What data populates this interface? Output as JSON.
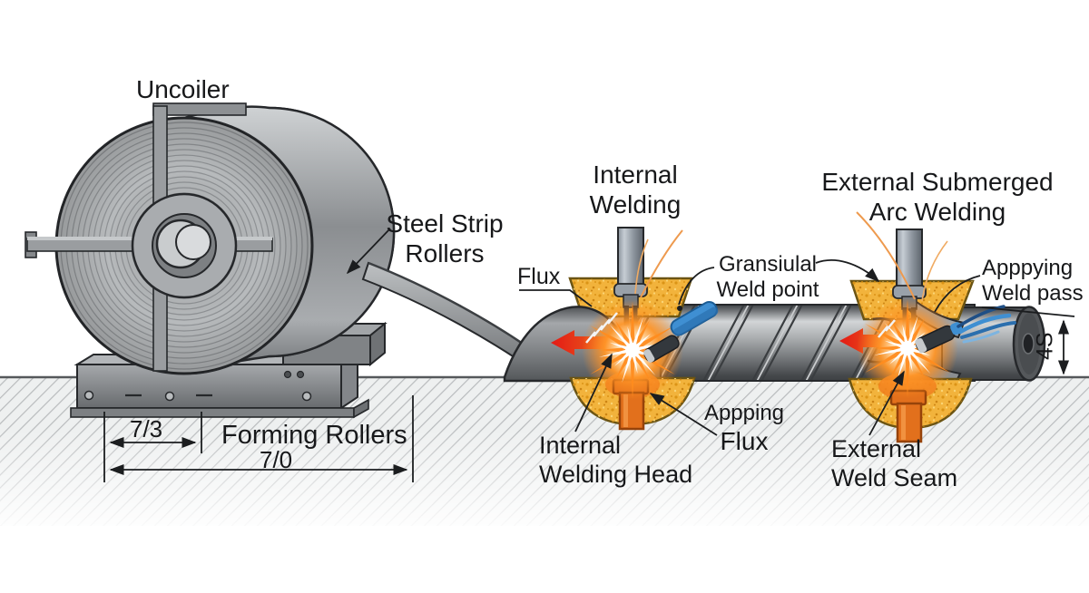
{
  "diagram": {
    "labels": {
      "uncoiler": "Uncoiler",
      "steel_strip_rollers": {
        "line1": "Steel Strip",
        "line2": "Rollers"
      },
      "internal_welding": {
        "line1": "Internal",
        "line2": "Welding"
      },
      "external_submerged_arc_welding": {
        "line1": "External Submerged",
        "line2": "Arc Welding"
      },
      "flux": "Flux",
      "granular_weld_point": {
        "line1": "Gransiulal",
        "line2": "Weld point"
      },
      "applying_weld_pass": {
        "line1": "Apppying",
        "line2": "Weld pass"
      },
      "applying_flux": {
        "line1": "Appping",
        "line2": "Flux"
      },
      "internal_welding_head": {
        "line1": "Internal",
        "line2": "Welding Head"
      },
      "external_weld_seam": {
        "line1": "External",
        "line2": "Weld Seam"
      },
      "forming_rollers": "Forming Rollers"
    },
    "dimensions": {
      "inner_span": "7/3",
      "outer_span": "7/0",
      "pipe_height": "4S"
    },
    "colors": {
      "flux_yellow": "#F2B33C",
      "weld_head_orange": "#E2701C",
      "arrow_red": "#E31B17",
      "torch_blue": "#3F8FD2",
      "spark_orange": "#FF8C1F",
      "metal_gray": "#9A9DA0",
      "ink": "#17181A"
    }
  }
}
